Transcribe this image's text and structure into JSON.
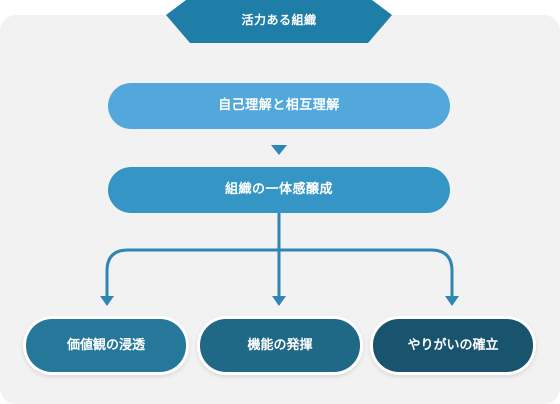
{
  "diagram": {
    "header": {
      "label": "活力ある組織"
    },
    "nodes": [
      {
        "label": "自己理解と相互理解"
      },
      {
        "label": "組織の一体感醸成"
      }
    ],
    "outcomes": [
      {
        "label": "価値観の浸透"
      },
      {
        "label": "機能の発揮"
      },
      {
        "label": "やりがいの確立"
      }
    ]
  },
  "colors": {
    "header": "#1e7ea8",
    "node_1": "#52a8da",
    "node_2": "#3596c5",
    "connector": "#2e86b5",
    "outcome_1": "#26789b",
    "outcome_2": "#1f6886",
    "outcome_3": "#18546d",
    "panel": "#f2f2f2"
  }
}
